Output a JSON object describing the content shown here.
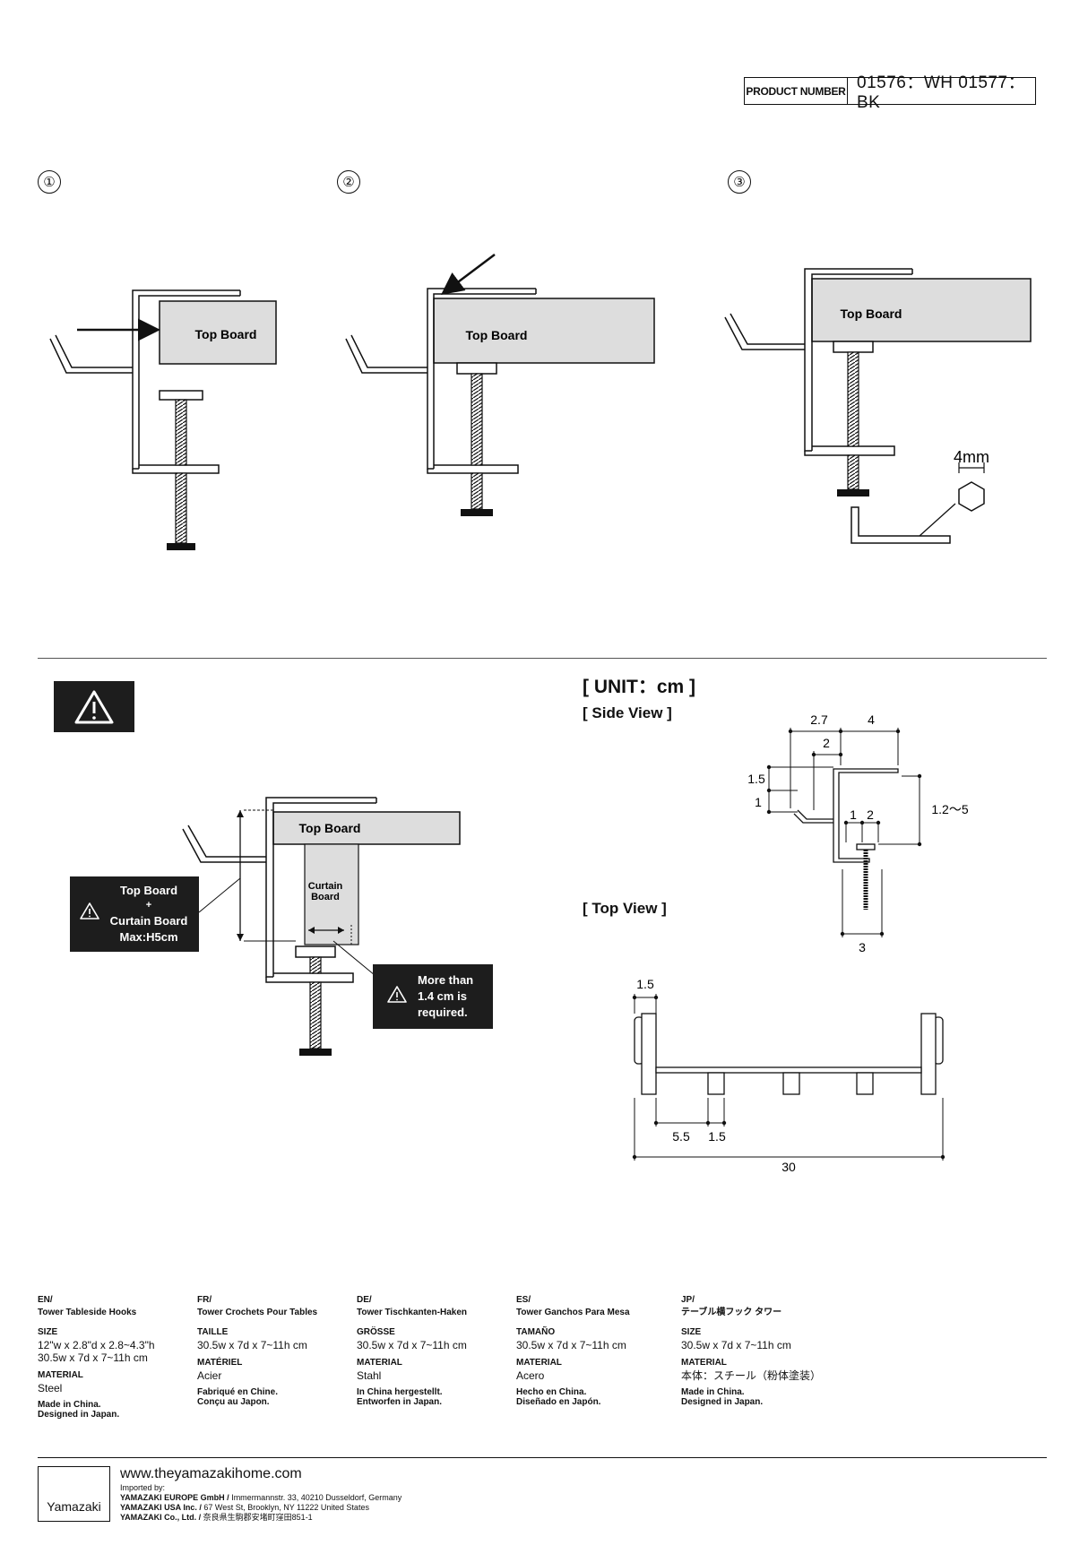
{
  "product": {
    "label": "PRODUCT NUMBER",
    "value": "01576：WH  01577：BK"
  },
  "steps": [
    "①",
    "②",
    "③"
  ],
  "labels": {
    "top_board": "Top Board",
    "curtain_board_1": "Curtain",
    "curtain_board_2": "Board",
    "hex_size": "4mm"
  },
  "warning": {
    "box1": [
      "Top Board",
      "+",
      "Curtain Board",
      "Max:H5cm"
    ],
    "box2": [
      "More than",
      "1.4 cm is",
      "required."
    ]
  },
  "dimensions": {
    "unit": "[ UNIT：cm ]",
    "side_view": "[ Side  View ]",
    "top_view": "[ Top View ]",
    "side": {
      "d27": "2.7",
      "d4": "4",
      "d2": "2",
      "d15": "1.5",
      "d1": "1",
      "d1b": "1",
      "d2b": "2",
      "d125": "1.2～5",
      "d3": "3"
    },
    "top": {
      "d15a": "1.5",
      "d55": "5.5",
      "d15b": "1.5",
      "d30": "30"
    }
  },
  "specs": [
    {
      "code": "EN/",
      "name": "Tower Tableside Hooks",
      "size_h": "SIZE",
      "size_v": "12\"w x 2.8\"d x 2.8~4.3\"h\n30.5w x 7d x 7~11h cm",
      "mat_h": "MATERIAL",
      "mat_v": "Steel",
      "made": "Made in China.\nDesigned in Japan."
    },
    {
      "code": "FR/",
      "name": "Tower Crochets Pour Tables",
      "size_h": "TAILLE",
      "size_v": "30.5w x 7d x 7~11h cm",
      "mat_h": "MATÉRIEL",
      "mat_v": "Acier",
      "made": "Fabriqué en Chine.\nConçu au Japon."
    },
    {
      "code": "DE/",
      "name": "Tower Tischkanten-Haken",
      "size_h": "GRÖSSE",
      "size_v": "30.5w x 7d x 7~11h cm",
      "mat_h": "MATERIAL",
      "mat_v": "Stahl",
      "made": "In China hergestellt.\nEntworfen in Japan."
    },
    {
      "code": "ES/",
      "name": "Tower Ganchos Para Mesa",
      "size_h": "TAMAÑO",
      "size_v": "30.5w x 7d x 7~11h cm",
      "mat_h": "MATERIAL",
      "mat_v": "Acero",
      "made": "Hecho en China.\nDiseñado en Japón."
    },
    {
      "code": "JP/",
      "name": "テーブル横フック タワー",
      "size_h": "SIZE",
      "size_v": "30.5w x 7d x 7~11h cm",
      "mat_h": "MATERIAL",
      "mat_v": "本体：スチール（粉体塗装）",
      "made": "Made in China.\nDesigned in Japan."
    }
  ],
  "footer": {
    "logo": "Yamazaki",
    "url": "www.theyamazakihome.com",
    "imported_by": "Imported by:",
    "eu_name": "YAMAZAKI EUROPE GmbH /",
    "eu_addr": " Immermannstr. 33, 40210 Dusseldorf, Germany",
    "us_name": "YAMAZAKI USA Inc.  /",
    "us_addr": "  67 West St, Brooklyn, NY 11222 United States",
    "jp_name": "YAMAZAKI Co., Ltd.  /",
    "jp_addr": "  奈良県生駒郡安堵町窪田851-1"
  }
}
